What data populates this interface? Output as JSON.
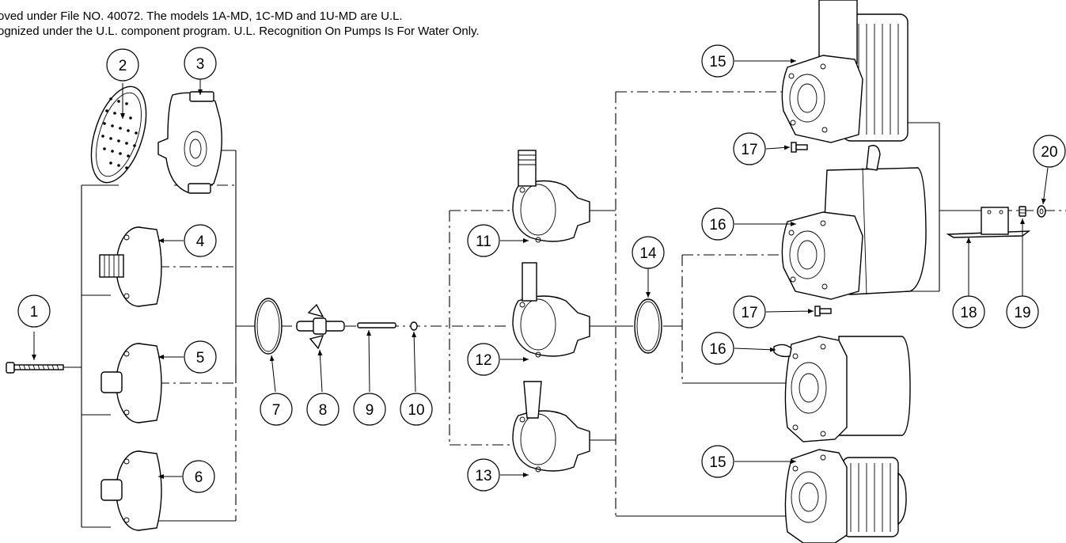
{
  "header": {
    "line1": "oved under File NO. 40072. The models 1A-MD, 1C-MD and 1U-MD are U.L.",
    "line2": "ognized under the U.L. component program. U.L. Recognition On Pumps Is For Water Only."
  },
  "callouts": [
    {
      "id": "c1",
      "label": "1"
    },
    {
      "id": "c2",
      "label": "2"
    },
    {
      "id": "c3",
      "label": "3"
    },
    {
      "id": "c4",
      "label": "4"
    },
    {
      "id": "c5",
      "label": "5"
    },
    {
      "id": "c6",
      "label": "6"
    },
    {
      "id": "c7",
      "label": "7"
    },
    {
      "id": "c8",
      "label": "8"
    },
    {
      "id": "c9",
      "label": "9"
    },
    {
      "id": "c10",
      "label": "10"
    },
    {
      "id": "c11",
      "label": "11"
    },
    {
      "id": "c12",
      "label": "12"
    },
    {
      "id": "c13",
      "label": "13"
    },
    {
      "id": "c14",
      "label": "14"
    },
    {
      "id": "c15a",
      "label": "15"
    },
    {
      "id": "c15b",
      "label": "15"
    },
    {
      "id": "c16a",
      "label": "16"
    },
    {
      "id": "c16b",
      "label": "16"
    },
    {
      "id": "c17a",
      "label": "17"
    },
    {
      "id": "c17b",
      "label": "17"
    },
    {
      "id": "c18",
      "label": "18"
    },
    {
      "id": "c19",
      "label": "19"
    },
    {
      "id": "c20",
      "label": "20"
    }
  ],
  "line_color": "#000000",
  "background_color": "#ffffff"
}
